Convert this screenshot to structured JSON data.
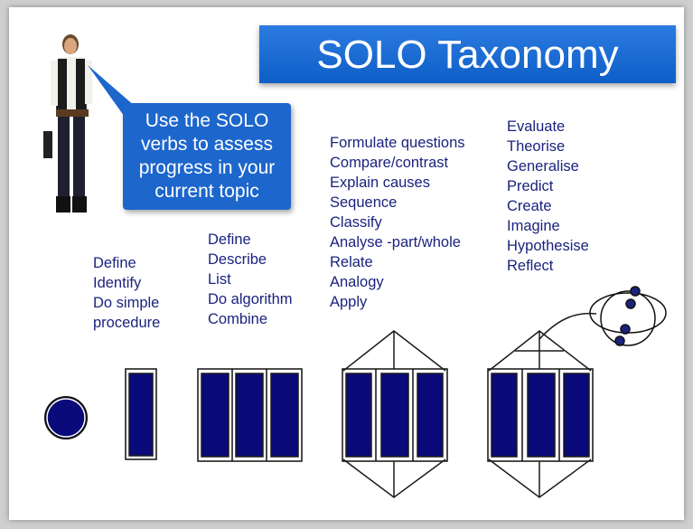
{
  "title": "SOLO Taxonomy",
  "callout": {
    "lines": [
      "Use the SOLO",
      "verbs to assess",
      "progress in your",
      "current topic"
    ]
  },
  "levels": [
    {
      "verbs": [
        "Define",
        "Identify",
        "Do simple",
        "procedure"
      ]
    },
    {
      "verbs": [
        "Define",
        "Describe",
        "List",
        "Do algorithm",
        "Combine"
      ]
    },
    {
      "verbs": [
        "Formulate questions",
        "Compare/contrast",
        "Explain causes",
        "Sequence",
        "Classify",
        "Analyse -part/whole",
        "Relate",
        "Analogy",
        "Apply"
      ]
    },
    {
      "verbs": [
        "Evaluate",
        "Theorise",
        "Generalise",
        "Predict",
        "Create",
        "Imagine",
        "Hypothesise",
        "Reflect"
      ]
    }
  ],
  "colors": {
    "banner": "#1565d8",
    "callout": "#1d66cc",
    "verb_text": "#1a237e",
    "block_fill": "#0a0a7a"
  },
  "icons": [
    "person-photo",
    "prestructural-circle-icon",
    "unistructural-bar-icon",
    "multistructural-bars-icon",
    "relational-bars-icon",
    "extended-abstract-bars-icon",
    "extended-abstract-orbit-icon"
  ]
}
